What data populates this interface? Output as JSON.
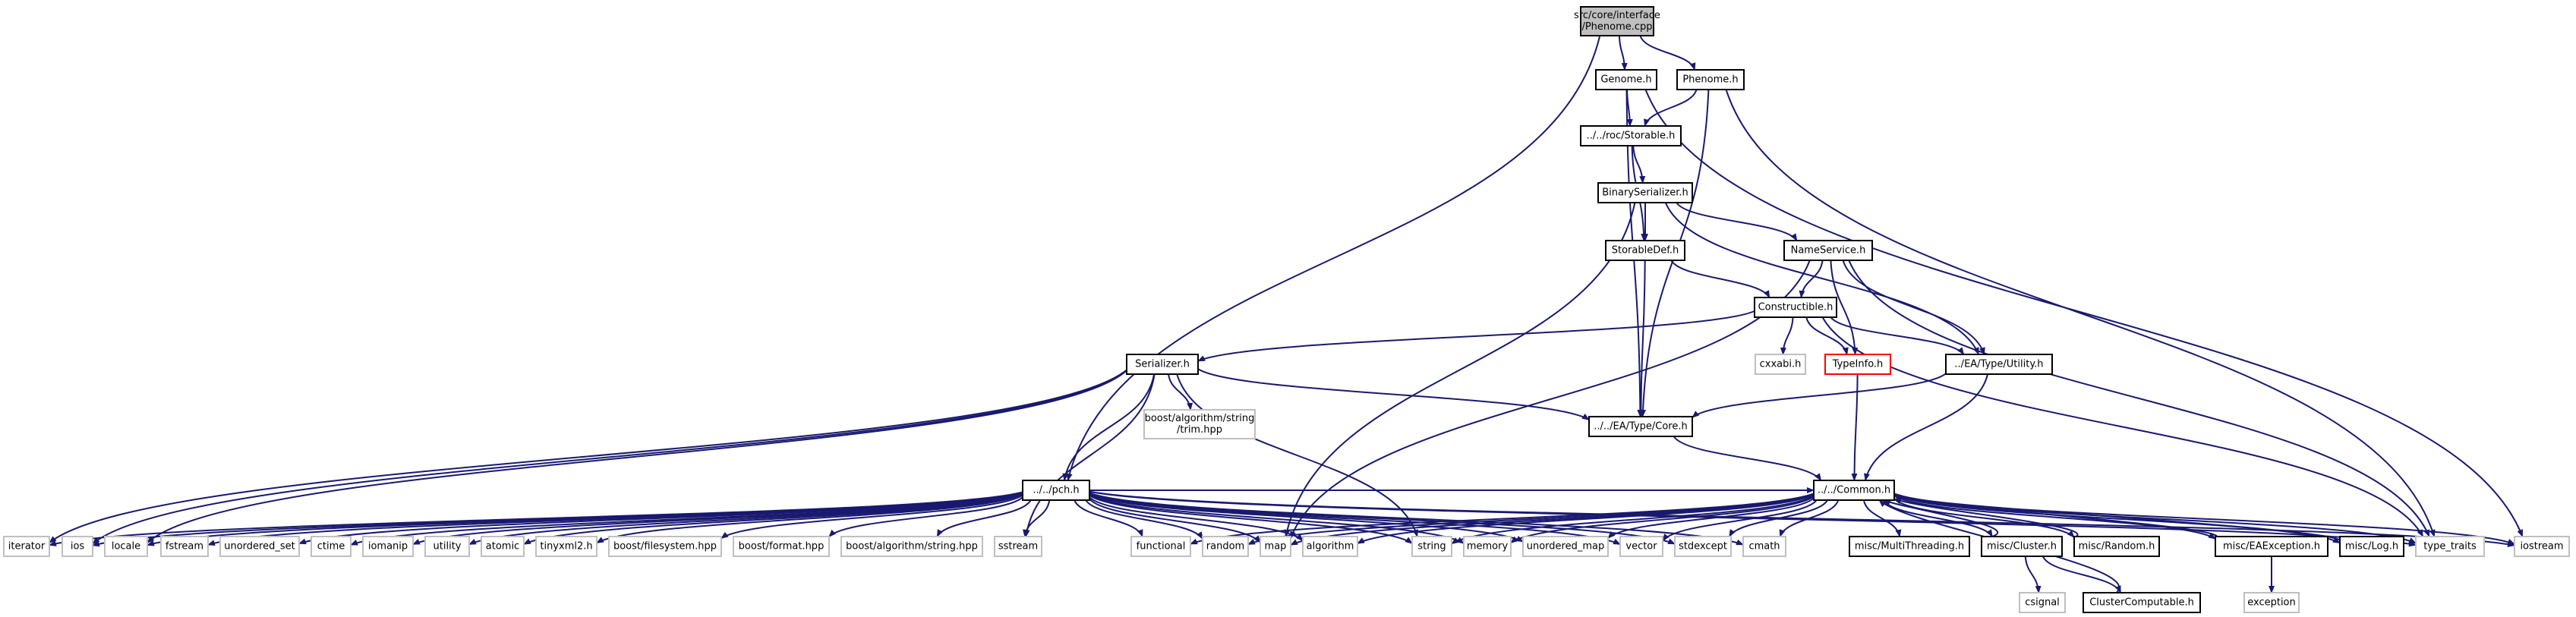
{
  "colors": {
    "edge": "#191970",
    "node_border": "#000000",
    "node_fill": "#ffffff",
    "root_fill": "#bfbfbf",
    "external_border": "#bfbfbf",
    "error_border": "#ff0000",
    "label": "#000000"
  },
  "nodes": {
    "root": {
      "label_lines": [
        "src/core/interface",
        "/Phenome.cpp"
      ],
      "kind": "root"
    },
    "genome": {
      "label_lines": [
        "Genome.h"
      ],
      "kind": "project"
    },
    "phenome": {
      "label_lines": [
        "Phenome.h"
      ],
      "kind": "project"
    },
    "storable": {
      "label_lines": [
        "../../roc/Storable.h"
      ],
      "kind": "project"
    },
    "binser": {
      "label_lines": [
        "BinarySerializer.h"
      ],
      "kind": "project"
    },
    "stordef": {
      "label_lines": [
        "StorableDef.h"
      ],
      "kind": "project"
    },
    "namesvc": {
      "label_lines": [
        "NameService.h"
      ],
      "kind": "project"
    },
    "construct": {
      "label_lines": [
        "Constructible.h"
      ],
      "kind": "project"
    },
    "cxxabi": {
      "label_lines": [
        "cxxabi.h"
      ],
      "kind": "external"
    },
    "typeinfo": {
      "label_lines": [
        "TypeInfo.h"
      ],
      "kind": "error"
    },
    "utility_h": {
      "label_lines": [
        "../EA/Type/Utility.h"
      ],
      "kind": "project"
    },
    "serializer": {
      "label_lines": [
        "Serializer.h"
      ],
      "kind": "project"
    },
    "trim": {
      "label_lines": [
        "boost/algorithm/string",
        "/trim.hpp"
      ],
      "kind": "external"
    },
    "core": {
      "label_lines": [
        "../../EA/Type/Core.h"
      ],
      "kind": "project"
    },
    "common": {
      "label_lines": [
        "../../Common.h"
      ],
      "kind": "project"
    },
    "pch": {
      "label_lines": [
        "../../pch.h"
      ],
      "kind": "project"
    },
    "iterator": {
      "label_lines": [
        "iterator"
      ],
      "kind": "external"
    },
    "ios": {
      "label_lines": [
        "ios"
      ],
      "kind": "external"
    },
    "locale": {
      "label_lines": [
        "locale"
      ],
      "kind": "external"
    },
    "fstream": {
      "label_lines": [
        "fstream"
      ],
      "kind": "external"
    },
    "unordered_set": {
      "label_lines": [
        "unordered_set"
      ],
      "kind": "external"
    },
    "ctime": {
      "label_lines": [
        "ctime"
      ],
      "kind": "external"
    },
    "iomanip": {
      "label_lines": [
        "iomanip"
      ],
      "kind": "external"
    },
    "utility": {
      "label_lines": [
        "utility"
      ],
      "kind": "external"
    },
    "atomic": {
      "label_lines": [
        "atomic"
      ],
      "kind": "external"
    },
    "tinyxml2": {
      "label_lines": [
        "tinyxml2.h"
      ],
      "kind": "external"
    },
    "fs": {
      "label_lines": [
        "boost/filesystem.hpp"
      ],
      "kind": "external"
    },
    "bformat": {
      "label_lines": [
        "boost/format.hpp"
      ],
      "kind": "external"
    },
    "bstring": {
      "label_lines": [
        "boost/algorithm/string.hpp"
      ],
      "kind": "external"
    },
    "sstream": {
      "label_lines": [
        "sstream"
      ],
      "kind": "external"
    },
    "functional": {
      "label_lines": [
        "functional"
      ],
      "kind": "external"
    },
    "random": {
      "label_lines": [
        "random"
      ],
      "kind": "external"
    },
    "map": {
      "label_lines": [
        "map"
      ],
      "kind": "external"
    },
    "algorithm": {
      "label_lines": [
        "algorithm"
      ],
      "kind": "external"
    },
    "string": {
      "label_lines": [
        "string"
      ],
      "kind": "external"
    },
    "memory": {
      "label_lines": [
        "memory"
      ],
      "kind": "external"
    },
    "unordered_map": {
      "label_lines": [
        "unordered_map"
      ],
      "kind": "external"
    },
    "vector": {
      "label_lines": [
        "vector"
      ],
      "kind": "external"
    },
    "stdexcept": {
      "label_lines": [
        "stdexcept"
      ],
      "kind": "external"
    },
    "cmath": {
      "label_lines": [
        "cmath"
      ],
      "kind": "external"
    },
    "mt": {
      "label_lines": [
        "misc/MultiThreading.h"
      ],
      "kind": "project"
    },
    "cluster": {
      "label_lines": [
        "misc/Cluster.h"
      ],
      "kind": "project"
    },
    "mrandom": {
      "label_lines": [
        "misc/Random.h"
      ],
      "kind": "project"
    },
    "eaexc": {
      "label_lines": [
        "misc/EAException.h"
      ],
      "kind": "project"
    },
    "log": {
      "label_lines": [
        "misc/Log.h"
      ],
      "kind": "project"
    },
    "type_traits": {
      "label_lines": [
        "type_traits"
      ],
      "kind": "external"
    },
    "iostream": {
      "label_lines": [
        "iostream"
      ],
      "kind": "external"
    },
    "csignal": {
      "label_lines": [
        "csignal"
      ],
      "kind": "external"
    },
    "clustercomp": {
      "label_lines": [
        "ClusterComputable.h"
      ],
      "kind": "project"
    },
    "exception": {
      "label_lines": [
        "exception"
      ],
      "kind": "external"
    }
  },
  "edges": [
    [
      "root",
      "genome"
    ],
    [
      "root",
      "phenome"
    ],
    [
      "root",
      "pch"
    ],
    [
      "genome",
      "storable"
    ],
    [
      "genome",
      "core"
    ],
    [
      "genome",
      "iostream"
    ],
    [
      "phenome",
      "storable"
    ],
    [
      "phenome",
      "core"
    ],
    [
      "phenome",
      "type_traits"
    ],
    [
      "storable",
      "binser"
    ],
    [
      "storable",
      "stordef"
    ],
    [
      "binser",
      "stordef"
    ],
    [
      "binser",
      "namesvc"
    ],
    [
      "binser",
      "utility_h"
    ],
    [
      "binser",
      "map"
    ],
    [
      "stordef",
      "core"
    ],
    [
      "stordef",
      "construct"
    ],
    [
      "namesvc",
      "construct"
    ],
    [
      "namesvc",
      "typeinfo"
    ],
    [
      "namesvc",
      "utility_h"
    ],
    [
      "namesvc",
      "map"
    ],
    [
      "namesvc",
      "type_traits"
    ],
    [
      "construct",
      "serializer"
    ],
    [
      "construct",
      "cxxabi"
    ],
    [
      "construct",
      "typeinfo"
    ],
    [
      "construct",
      "utility_h"
    ],
    [
      "construct",
      "type_traits"
    ],
    [
      "typeinfo",
      "common"
    ],
    [
      "utility_h",
      "core"
    ],
    [
      "utility_h",
      "common"
    ],
    [
      "serializer",
      "trim"
    ],
    [
      "serializer",
      "core"
    ],
    [
      "serializer",
      "iterator"
    ],
    [
      "serializer",
      "ios"
    ],
    [
      "serializer",
      "locale"
    ],
    [
      "serializer",
      "sstream"
    ],
    [
      "serializer",
      "string"
    ],
    [
      "serializer",
      "pch"
    ],
    [
      "core",
      "common"
    ],
    [
      "pch",
      "iterator"
    ],
    [
      "pch",
      "ios"
    ],
    [
      "pch",
      "locale"
    ],
    [
      "pch",
      "fstream"
    ],
    [
      "pch",
      "unordered_set"
    ],
    [
      "pch",
      "ctime"
    ],
    [
      "pch",
      "iomanip"
    ],
    [
      "pch",
      "utility"
    ],
    [
      "pch",
      "atomic"
    ],
    [
      "pch",
      "tinyxml2"
    ],
    [
      "pch",
      "fs"
    ],
    [
      "pch",
      "bformat"
    ],
    [
      "pch",
      "bstring"
    ],
    [
      "pch",
      "sstream"
    ],
    [
      "pch",
      "functional"
    ],
    [
      "pch",
      "random"
    ],
    [
      "pch",
      "map"
    ],
    [
      "pch",
      "algorithm"
    ],
    [
      "pch",
      "string"
    ],
    [
      "pch",
      "memory"
    ],
    [
      "pch",
      "unordered_map"
    ],
    [
      "pch",
      "vector"
    ],
    [
      "pch",
      "stdexcept"
    ],
    [
      "pch",
      "cmath"
    ],
    [
      "pch",
      "type_traits"
    ],
    [
      "pch",
      "iostream"
    ],
    [
      "pch",
      "common"
    ],
    [
      "common",
      "functional"
    ],
    [
      "common",
      "random"
    ],
    [
      "common",
      "map"
    ],
    [
      "common",
      "algorithm"
    ],
    [
      "common",
      "string"
    ],
    [
      "common",
      "memory"
    ],
    [
      "common",
      "unordered_map"
    ],
    [
      "common",
      "vector"
    ],
    [
      "common",
      "stdexcept"
    ],
    [
      "common",
      "cmath"
    ],
    [
      "common",
      "mt"
    ],
    [
      "common",
      "cluster"
    ],
    [
      "common",
      "mrandom"
    ],
    [
      "common",
      "eaexc"
    ],
    [
      "common",
      "log"
    ],
    [
      "common",
      "type_traits"
    ],
    [
      "common",
      "iostream"
    ],
    [
      "cluster",
      "csignal"
    ],
    [
      "cluster",
      "clustercomp"
    ],
    [
      "cluster",
      "common"
    ],
    [
      "clustercomp",
      "common"
    ],
    [
      "mrandom",
      "common"
    ],
    [
      "eaexc",
      "common"
    ],
    [
      "eaexc",
      "exception"
    ],
    [
      "log",
      "common"
    ]
  ]
}
